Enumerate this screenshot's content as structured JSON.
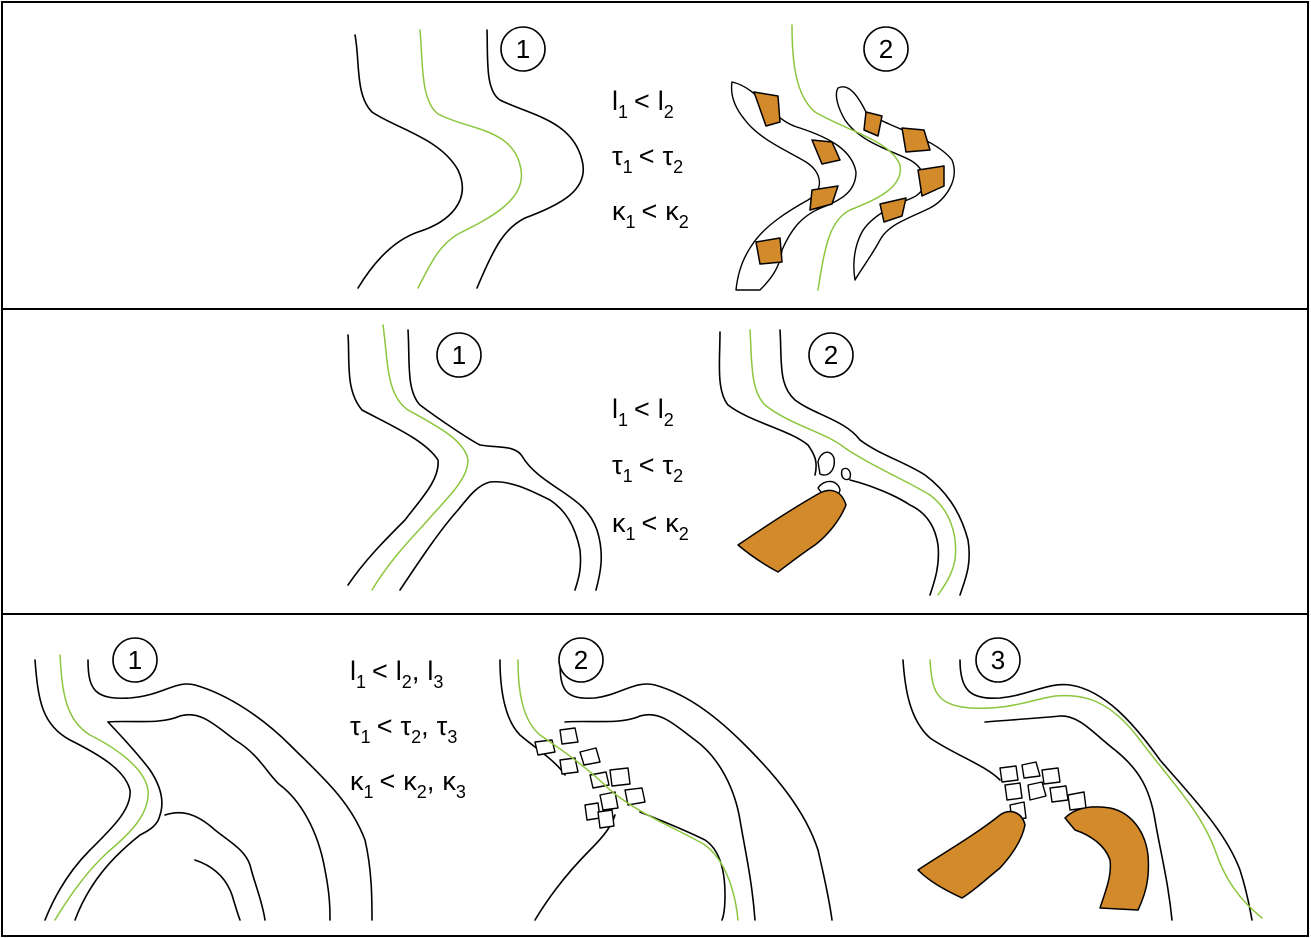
{
  "panels": [
    {
      "stages": [
        "1",
        "2"
      ],
      "relations": [
        {
          "sym": "l",
          "rhs_sym": "l"
        },
        {
          "sym": "τ",
          "rhs_sym": "τ"
        },
        {
          "sym": "κ",
          "rhs_sym": "κ"
        }
      ]
    },
    {
      "stages": [
        "1",
        "2"
      ],
      "relations": [
        {
          "sym": "l",
          "rhs_sym": "l"
        },
        {
          "sym": "τ",
          "rhs_sym": "τ"
        },
        {
          "sym": "κ",
          "rhs_sym": "κ"
        }
      ]
    },
    {
      "stages": [
        "1",
        "2",
        "3"
      ],
      "relations": [
        {
          "sym": "l",
          "rhs_sym": "l",
          "extra_sym": "l"
        },
        {
          "sym": "τ",
          "rhs_sym": "τ",
          "extra_sym": "τ"
        },
        {
          "sym": "κ",
          "rhs_sym": "κ",
          "extra_sym": "κ"
        }
      ]
    }
  ],
  "subscripts": {
    "a": "1",
    "b": "2",
    "c": "3"
  },
  "operator": "<",
  "separator": ",",
  "colors": {
    "fill": "#d38a2a",
    "axis": "#8cc63f",
    "line": "#000000",
    "background": "#ffffff"
  }
}
